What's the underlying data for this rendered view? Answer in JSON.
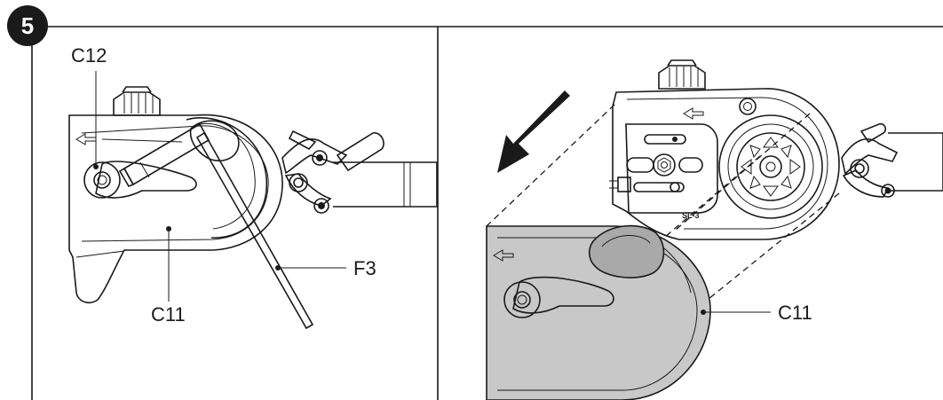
{
  "step": {
    "number": "5"
  },
  "left_panel": {
    "labels": {
      "c12": "C12",
      "c11": "C11",
      "f3": "F3"
    }
  },
  "right_panel": {
    "labels": {
      "c11": "C11",
      "bar_marking": "SL-3"
    }
  },
  "colors": {
    "cover_gray": "#c8c8c8",
    "cover_gray_dark": "#a9a9a9",
    "line": "#1a1a1a",
    "arrow": "#1a1a1a"
  }
}
